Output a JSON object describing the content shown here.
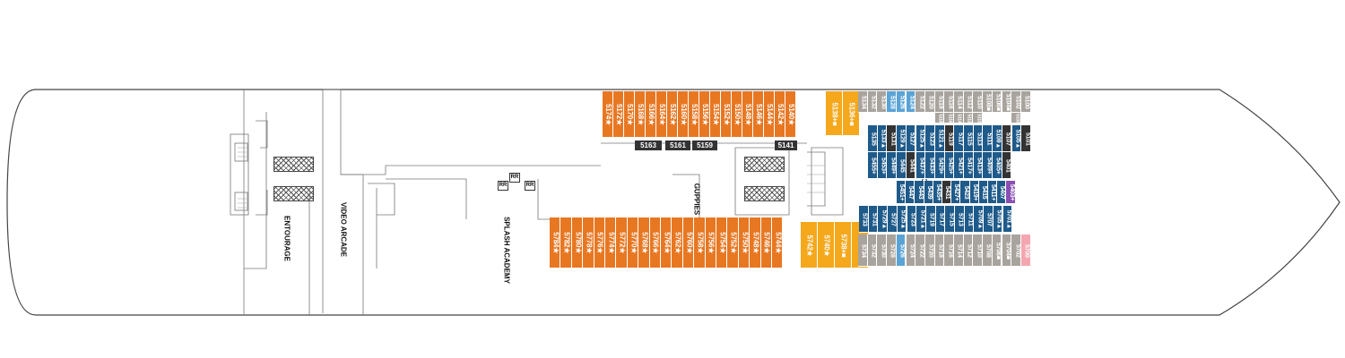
{
  "colors": {
    "orange": "#e87722",
    "yellow": "#f5a81c",
    "grey": "#a8a39d",
    "lightblue": "#5aa3d6",
    "darkblue": "#1e5a8a",
    "black": "#333333",
    "pink": "#f4a6b0",
    "purple": "#8a4fb3"
  },
  "venues": {
    "entourage": "ENTOURAGE",
    "video_arcade": "VIDEO ARCADE",
    "splash_academy": "SPLASH ACADEMY",
    "guppies": "GUPPIES"
  },
  "restrooms": [
    "RR",
    "RR",
    "RR"
  ],
  "suites": [
    "5163",
    "5161",
    "5159",
    "5141"
  ],
  "cabins": {
    "orange_top": [
      "5174★",
      "5172★",
      "5170★",
      "5168★",
      "5166★",
      "5164★",
      "5162★",
      "5160★",
      "5158★",
      "5156★",
      "5154★",
      "5152★",
      "5150★",
      "5148★",
      "5146★",
      "5144★",
      "5142★",
      "5140★"
    ],
    "orange_bottom": [
      "5784★",
      "5782★",
      "5780★",
      "5778★",
      "5776★",
      "5774★",
      "5772★",
      "5770★",
      "5768★",
      "5766★",
      "5764★",
      "5762★",
      "5760★",
      "5758★",
      "5756★",
      "5754★",
      "5752★",
      "5750★",
      "5748★",
      "5746★",
      "5744★"
    ],
    "yellow_top": [
      "5138+■",
      "5136+■"
    ],
    "yellow_bottom": [
      "5742★",
      "5740★",
      "5738+■",
      "5736+■"
    ],
    "fwd_top": [
      {
        "n": "5134",
        "c": "grey"
      },
      {
        "n": "5132",
        "c": "grey"
      },
      {
        "n": "5130",
        "c": "grey"
      },
      {
        "n": "5128",
        "c": "lightblue"
      },
      {
        "n": "5126",
        "c": "lightblue"
      },
      {
        "n": "5124",
        "c": "lightblue"
      },
      {
        "n": "5122",
        "c": "grey"
      },
      {
        "n": "5120",
        "c": "grey"
      },
      {
        "n": "5118",
        "c": "grey"
      },
      {
        "n": "5116",
        "c": "grey"
      },
      {
        "n": "5114",
        "c": "grey"
      },
      {
        "n": "5112",
        "c": "grey"
      },
      {
        "n": "5110",
        "c": "grey"
      },
      {
        "n": "5108■",
        "c": "grey"
      },
      {
        "n": "5106■",
        "c": "grey"
      },
      {
        "n": "5104■",
        "c": "grey"
      },
      {
        "n": "5102",
        "c": "grey"
      },
      {
        "n": "5100",
        "c": "grey"
      }
    ],
    "fwd_top_sub": [
      {
        "n": "",
        "c": ""
      },
      {
        "n": "",
        "c": ""
      },
      {
        "n": "",
        "c": ""
      },
      {
        "n": "",
        "c": ""
      },
      {
        "n": "",
        "c": ""
      },
      {
        "n": "",
        "c": ""
      },
      {
        "n": "",
        "c": ""
      },
      {
        "n": "",
        "c": ""
      },
      {
        "n": "5118",
        "c": "grey"
      },
      {
        "n": "5116",
        "c": "grey"
      },
      {
        "n": "5114",
        "c": "grey"
      },
      {
        "n": "5112",
        "c": "grey"
      },
      {
        "n": "5110",
        "c": "grey"
      },
      {
        "n": "",
        "c": ""
      },
      {
        "n": "",
        "c": ""
      },
      {
        "n": "",
        "c": ""
      },
      {
        "n": "5103",
        "c": "grey"
      },
      {
        "n": "",
        "c": ""
      }
    ],
    "inner_a": [
      {
        "n": "5135",
        "c": "darkblue"
      },
      {
        "n": "5133▲",
        "c": "darkblue"
      },
      {
        "n": "5131",
        "c": "black"
      },
      {
        "n": "5129▲",
        "c": "darkblue"
      },
      {
        "n": "5127",
        "c": "darkblue"
      },
      {
        "n": "5125▲",
        "c": "darkblue"
      },
      {
        "n": "5123",
        "c": "darkblue"
      },
      {
        "n": "5121▲",
        "c": "darkblue"
      },
      {
        "n": "5119",
        "c": "black"
      },
      {
        "n": "5117",
        "c": "darkblue"
      },
      {
        "n": "5115",
        "c": "darkblue"
      },
      {
        "n": "5113",
        "c": "darkblue"
      },
      {
        "n": "5111",
        "c": "darkblue"
      },
      {
        "n": "5109▲",
        "c": "darkblue"
      },
      {
        "n": "5107",
        "c": "black"
      },
      {
        "n": "5105▲",
        "c": "darkblue"
      },
      {
        "n": "5101",
        "c": "black"
      }
    ],
    "inner_b": [
      {
        "n": "5455+",
        "c": "darkblue"
      },
      {
        "n": "5453+",
        "c": "darkblue"
      },
      {
        "n": "5449+",
        "c": "darkblue"
      },
      {
        "n": "5445",
        "c": "darkblue"
      },
      {
        "n": "5441",
        "c": "black"
      },
      {
        "n": "5437+",
        "c": "darkblue"
      },
      {
        "n": "5433+",
        "c": "darkblue"
      },
      {
        "n": "5429+",
        "c": "darkblue"
      },
      {
        "n": "5425+",
        "c": "darkblue"
      },
      {
        "n": "5421+",
        "c": "darkblue"
      },
      {
        "n": "5417+",
        "c": "darkblue"
      },
      {
        "n": "5413+",
        "c": "darkblue"
      },
      {
        "n": "5409+",
        "c": "darkblue"
      },
      {
        "n": "5405+",
        "c": "darkblue"
      },
      {
        "n": "5401",
        "c": "black"
      }
    ],
    "inner_c": [
      {
        "n": "5451+",
        "c": "darkblue"
      },
      {
        "n": "5447",
        "c": "darkblue"
      },
      {
        "n": "5443",
        "c": "darkblue"
      },
      {
        "n": "5439",
        "c": "darkblue"
      },
      {
        "n": "5435+",
        "c": "darkblue"
      },
      {
        "n": "5431",
        "c": "black"
      },
      {
        "n": "5427+",
        "c": "darkblue"
      },
      {
        "n": "5423",
        "c": "darkblue"
      },
      {
        "n": "5419+",
        "c": "darkblue"
      },
      {
        "n": "5415",
        "c": "darkblue"
      },
      {
        "n": "5411+",
        "c": "darkblue"
      },
      {
        "n": "5407",
        "c": "darkblue"
      },
      {
        "n": "5403+",
        "c": "purple"
      }
    ],
    "inner_d": [
      {
        "n": "5733",
        "c": "darkblue"
      },
      {
        "n": "5731",
        "c": "darkblue"
      },
      {
        "n": "5729▲",
        "c": "darkblue"
      },
      {
        "n": "5727",
        "c": "darkblue"
      },
      {
        "n": "5725▲",
        "c": "darkblue"
      },
      {
        "n": "5723",
        "c": "darkblue"
      },
      {
        "n": "5721▲",
        "c": "darkblue"
      },
      {
        "n": "5719",
        "c": "darkblue"
      },
      {
        "n": "5717",
        "c": "darkblue"
      },
      {
        "n": "5715",
        "c": "darkblue"
      },
      {
        "n": "5713",
        "c": "darkblue"
      },
      {
        "n": "5711",
        "c": "darkblue"
      },
      {
        "n": "5709▲",
        "c": "darkblue"
      },
      {
        "n": "5707",
        "c": "darkblue"
      },
      {
        "n": "5705▲",
        "c": "darkblue"
      },
      {
        "n": "5701▲",
        "c": "darkblue"
      }
    ],
    "fwd_bottom": [
      {
        "n": "5734",
        "c": "grey"
      },
      {
        "n": "5732",
        "c": "grey"
      },
      {
        "n": "5730",
        "c": "grey"
      },
      {
        "n": "5728",
        "c": "grey"
      },
      {
        "n": "5726",
        "c": "lightblue"
      },
      {
        "n": "5724",
        "c": "grey"
      },
      {
        "n": "5722",
        "c": "grey"
      },
      {
        "n": "5720",
        "c": "grey"
      },
      {
        "n": "5718",
        "c": "grey"
      },
      {
        "n": "5716",
        "c": "grey"
      },
      {
        "n": "5714",
        "c": "grey"
      },
      {
        "n": "5712",
        "c": "grey"
      },
      {
        "n": "5710",
        "c": "grey"
      },
      {
        "n": "5708",
        "c": "grey"
      },
      {
        "n": "5706■",
        "c": "grey"
      },
      {
        "n": "5704■",
        "c": "grey"
      },
      {
        "n": "5702",
        "c": "grey"
      },
      {
        "n": "5700",
        "c": "pink"
      }
    ]
  }
}
